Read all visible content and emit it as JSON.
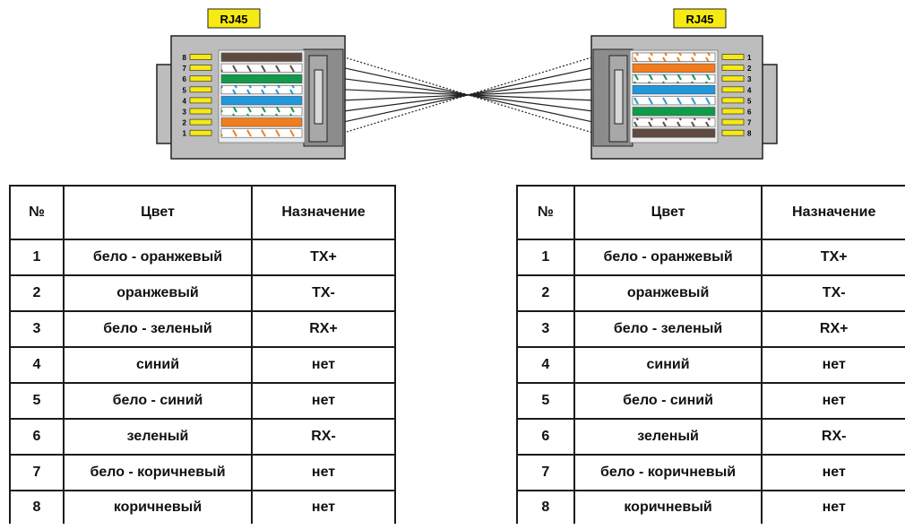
{
  "connectors": {
    "left": {
      "label": "RJ45",
      "pin_numbers": [
        "8",
        "7",
        "6",
        "5",
        "4",
        "3",
        "2",
        "1"
      ],
      "wire_colors_top_to_bottom": [
        "brown",
        "white-brown",
        "green",
        "white-blue",
        "blue",
        "white-green",
        "orange",
        "white-orange"
      ]
    },
    "right": {
      "label": "RJ45",
      "pin_numbers": [
        "1",
        "2",
        "3",
        "4",
        "5",
        "6",
        "7",
        "8"
      ],
      "wire_colors_top_to_bottom": [
        "white-orange",
        "orange",
        "white-green",
        "blue",
        "white-blue",
        "green",
        "white-brown",
        "brown"
      ]
    }
  },
  "colors": {
    "orange": "#f07d1e",
    "green": "#119a4a",
    "blue": "#1f98dc",
    "brown": "#5e4a40",
    "housing": "#bdbdbd",
    "pin": "#f7ea12",
    "label_bg": "#f7ea12"
  },
  "tables": {
    "left": {
      "headers": [
        "№",
        "Цвет",
        "Назначение"
      ],
      "rows": [
        [
          "1",
          "бело - оранжевый",
          "TX+"
        ],
        [
          "2",
          "оранжевый",
          "TX-"
        ],
        [
          "3",
          "бело - зеленый",
          "RX+"
        ],
        [
          "4",
          "синий",
          "нет"
        ],
        [
          "5",
          "бело - синий",
          "нет"
        ],
        [
          "6",
          "зеленый",
          "RX-"
        ],
        [
          "7",
          "бело - коричневый",
          "нет"
        ],
        [
          "8",
          "коричневый",
          "нет"
        ]
      ]
    },
    "right": {
      "headers": [
        "№",
        "Цвет",
        "Назначение"
      ],
      "rows": [
        [
          "1",
          "бело - оранжевый",
          "TX+"
        ],
        [
          "2",
          "оранжевый",
          "TX-"
        ],
        [
          "3",
          "бело - зеленый",
          "RX+"
        ],
        [
          "4",
          "синий",
          "нет"
        ],
        [
          "5",
          "бело - синий",
          "нет"
        ],
        [
          "6",
          "зеленый",
          "RX-"
        ],
        [
          "7",
          "бело - коричневый",
          "нет"
        ],
        [
          "8",
          "коричневый",
          "нет"
        ]
      ]
    }
  }
}
